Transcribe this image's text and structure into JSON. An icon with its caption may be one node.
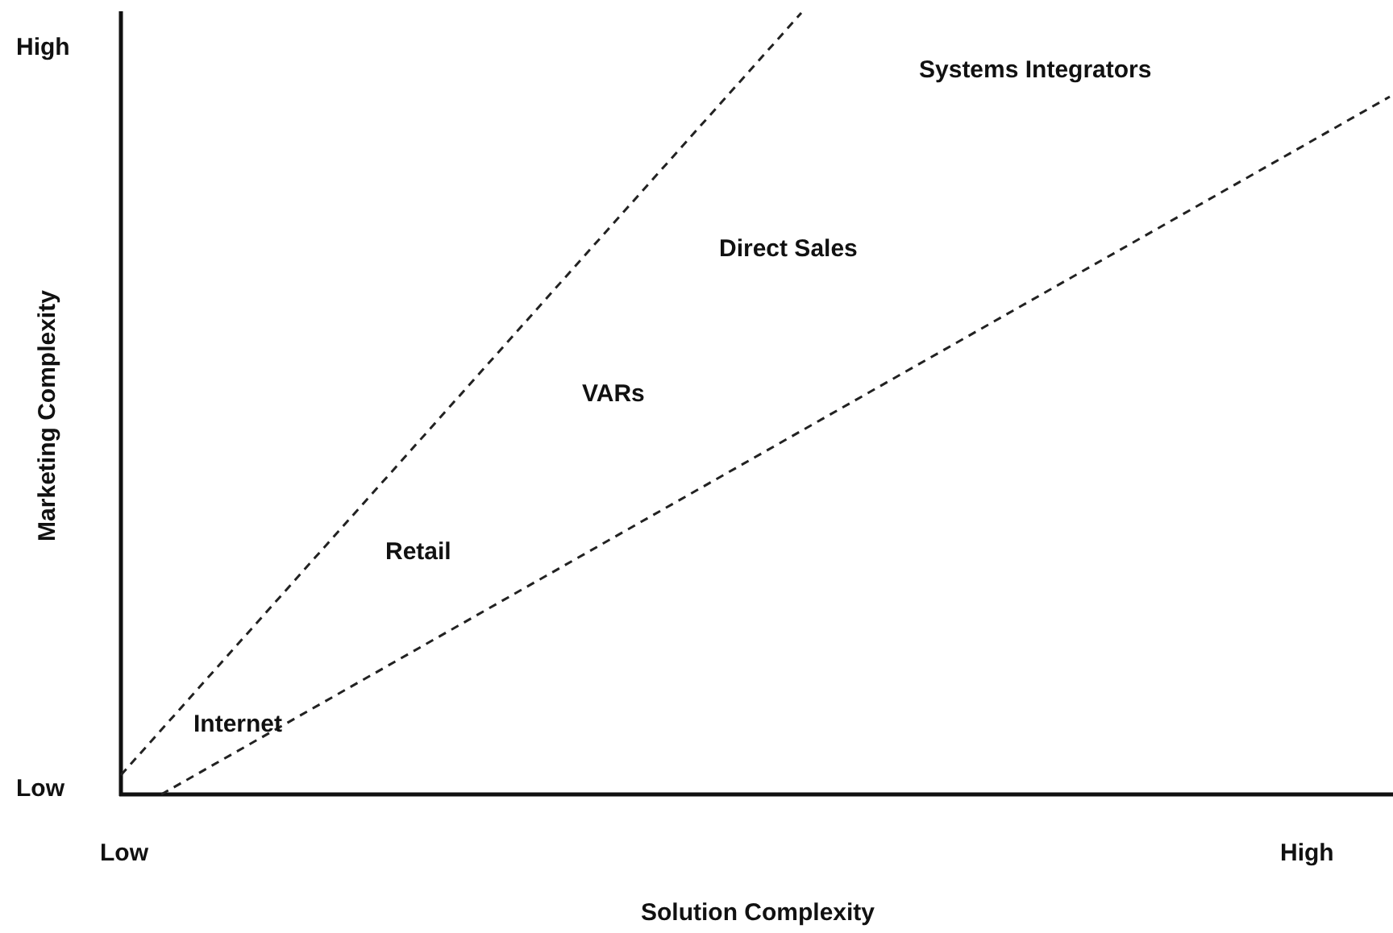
{
  "diagram": {
    "labels": [
      "High",
      "Systems Integrators",
      "Direct Sales",
      "Marketing Complexity",
      "VARs",
      "Retail",
      "Internet",
      "Low",
      "Low",
      "High",
      "Solution Complexity"
    ]
  }
}
